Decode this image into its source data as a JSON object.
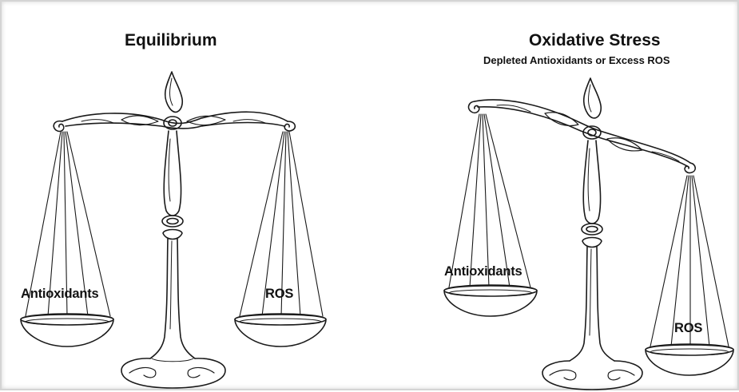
{
  "colors": {
    "ink": "#1a1a1a",
    "background": "#ffffff",
    "frame": "#d4d4d4"
  },
  "left_scale": {
    "title": "Equilibrium",
    "left_pan": "Antioxidants",
    "right_pan": "ROS"
  },
  "right_scale": {
    "title": "Oxidative Stress",
    "subtitle": "Depleted Antioxidants or Excess ROS",
    "left_pan": "Antioxidants",
    "right_pan": "ROS"
  }
}
